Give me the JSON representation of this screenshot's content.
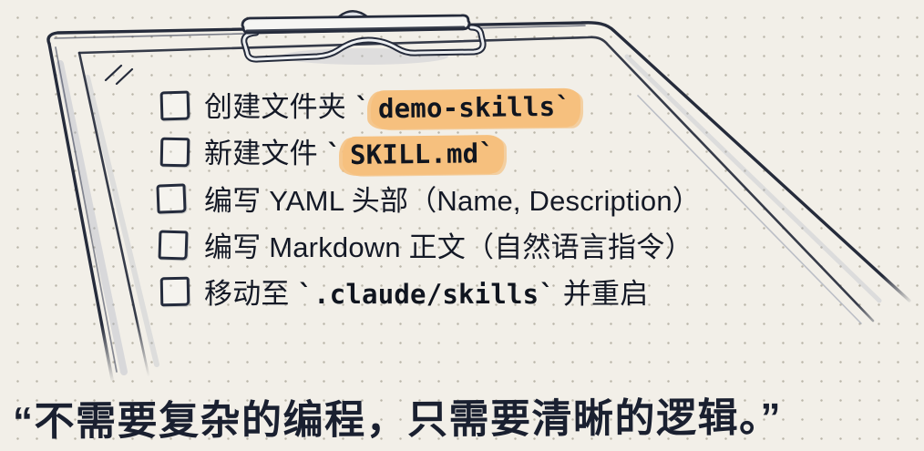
{
  "illustration": {
    "kind": "hand-drawn clipboard on dotted paper",
    "paper_color": "#f2efe8",
    "dot_color": "#b9b5a8",
    "ink_color": "#252b3b",
    "highlight_color": "#f6c07e"
  },
  "checklist": {
    "items": [
      {
        "prefix": "创建文件夹 ",
        "pre_tick": "`",
        "code": "demo-skills`",
        "suffix": ""
      },
      {
        "prefix": "新建文件 ",
        "pre_tick": "`",
        "code": "SKILL.md`",
        "suffix": ""
      },
      {
        "prefix": "编写 YAML 头部（Name, Description）",
        "pre_tick": "",
        "code": "",
        "suffix": ""
      },
      {
        "prefix": "编写 Markdown 正文（自然语言指令）",
        "pre_tick": "",
        "code": "",
        "suffix": ""
      },
      {
        "prefix": "移动至 ",
        "pre_tick": "",
        "code": "`.claude/skills`",
        "suffix": " 并重启"
      }
    ]
  },
  "quote": {
    "text": "“不需要复杂的编程，只需要清晰的逻辑。”"
  }
}
